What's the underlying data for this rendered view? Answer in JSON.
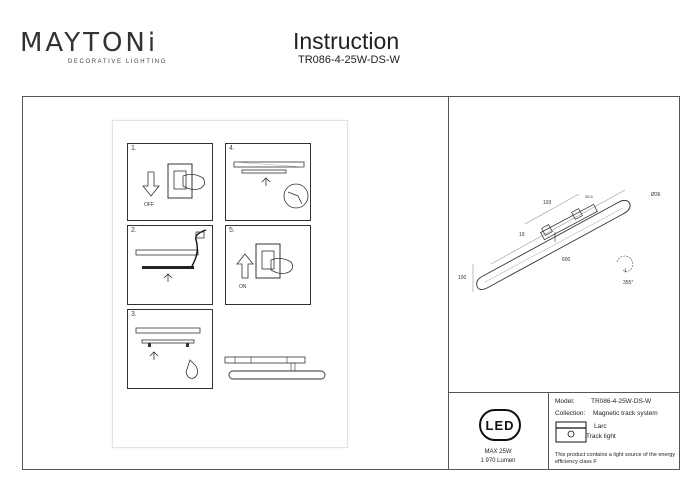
{
  "header": {
    "brand": "MAYTONi",
    "brand_tagline": "DECORATIVE LIGHTING",
    "title": "Instruction",
    "model_code": "TR086-4-25W-DS-W"
  },
  "steps": [
    {
      "number": "1.",
      "description": "switch off power"
    },
    {
      "number": "2.",
      "description": "attach track"
    },
    {
      "number": "3.",
      "description": "fix fixture"
    },
    {
      "number": "4.",
      "description": "insert into track"
    },
    {
      "number": "5.",
      "description": "switch on power"
    }
  ],
  "dimensions": {
    "length": "600",
    "diameter": "Ø36",
    "offset": "193",
    "height": "100",
    "width": "19",
    "rotation": "355°",
    "adapter": "35.5"
  },
  "energy": {
    "badge": "LED",
    "max_power": "MAX 25W",
    "lumen": "1 970 Lumen"
  },
  "specs": {
    "model_label": "Model:",
    "model_value": "TR086-4-25W-DS-W",
    "collection_label": "Collection:",
    "collection_value": "Magnetic track system",
    "series": "Larc",
    "type": "Track light",
    "energy_note": "This product contains a light source of the energy efficiency class F"
  }
}
